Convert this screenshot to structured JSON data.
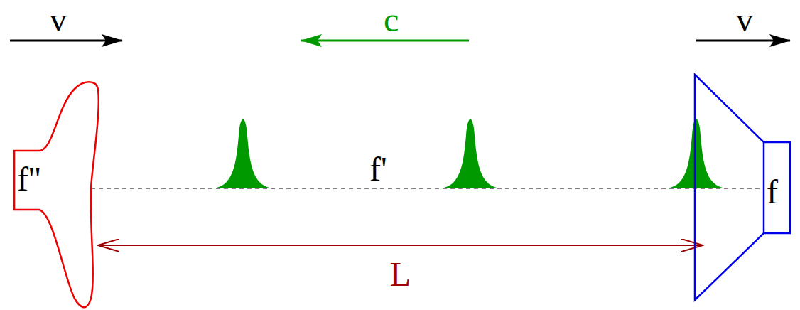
{
  "diagram": {
    "nodes": [
      {
        "text": [
          "f''"
        ]
      },
      {
        "text": [
          "f"
        ]
      }
    ],
    "edges": [
      {
        "from": 0,
        "to": 1,
        "arrow": "both",
        "label": "L"
      },
      {
        "from": 0,
        "to": 1,
        "arrow": "none"
      }
    ],
    "labels": [
      "v",
      "c",
      "v",
      "f'"
    ]
  }
}
